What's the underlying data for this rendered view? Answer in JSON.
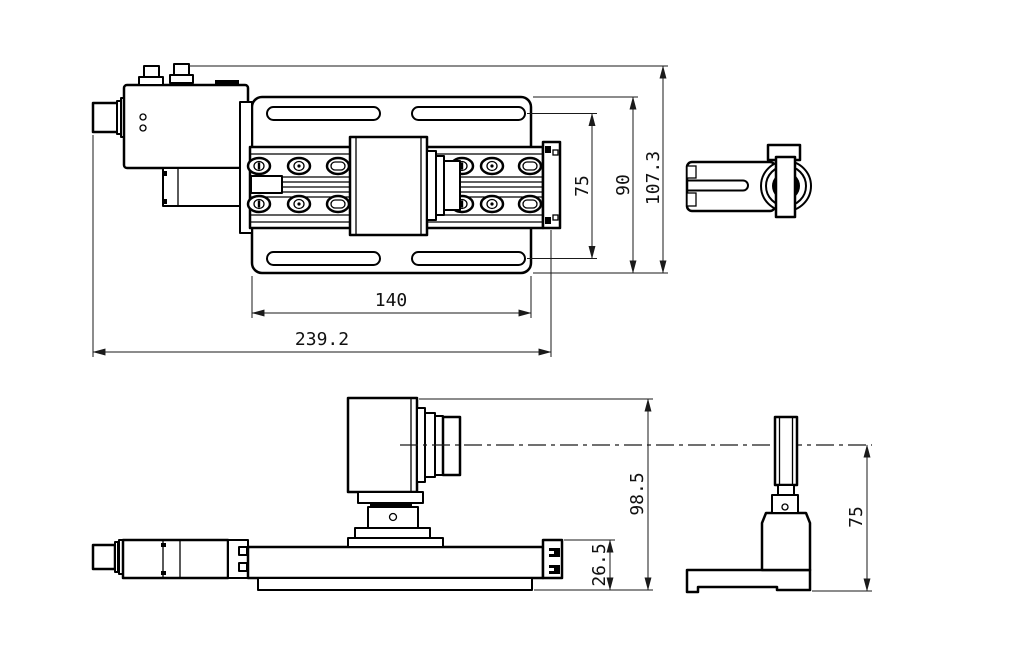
{
  "colors": {
    "background": "#ffffff",
    "line": "#000000",
    "dimension_line": "#1a1a1a"
  },
  "drawing": {
    "type": "engineering-dimension-drawing",
    "subject": "motorized-linear-translation-stage",
    "dimensions": {
      "slot_span": {
        "value": "75",
        "orientation": "vertical",
        "view": "top"
      },
      "plate_height": {
        "value": "90",
        "orientation": "vertical",
        "view": "top"
      },
      "overall_height_top": {
        "value": "107.3",
        "orientation": "vertical",
        "view": "top"
      },
      "plate_length": {
        "value": "140",
        "orientation": "horizontal",
        "view": "top"
      },
      "overall_length": {
        "value": "239.2",
        "orientation": "horizontal",
        "view": "top"
      },
      "overall_height_front": {
        "value": "98.5",
        "orientation": "vertical",
        "view": "front"
      },
      "base_height": {
        "value": "26.5",
        "orientation": "vertical",
        "view": "front"
      },
      "center_height": {
        "value": "75",
        "orientation": "vertical",
        "view": "side"
      }
    }
  }
}
